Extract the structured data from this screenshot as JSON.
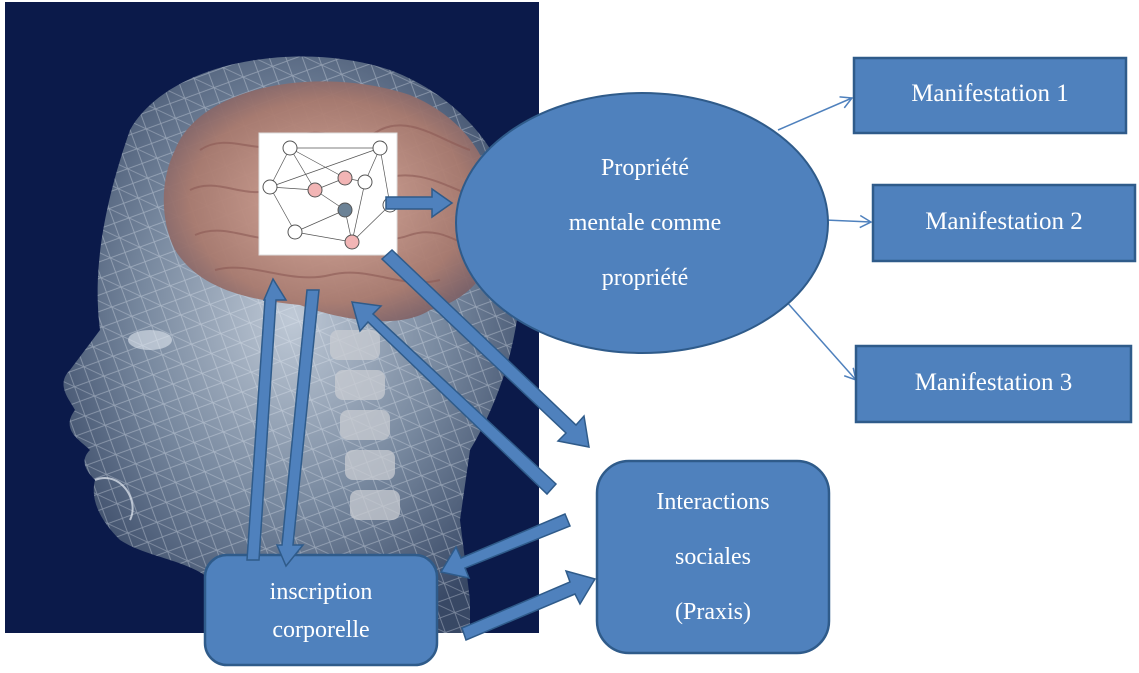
{
  "image": {
    "description_icon": "head-xray-brain",
    "network_icon": "graph-network-inset"
  },
  "central_property": {
    "line1": "Propriété",
    "line2": "mentale comme",
    "line3": "propriété"
  },
  "manifestations": [
    {
      "label": "Manifestation 1"
    },
    {
      "label": "Manifestation 2"
    },
    {
      "label": "Manifestation 3"
    }
  ],
  "interactions": {
    "line1": "Interactions",
    "line2": "sociales",
    "line3": "(Praxis)"
  },
  "inscription": {
    "line1": "inscription",
    "line2": "corporelle"
  },
  "colors": {
    "shape_fill": "#4f81bd",
    "shape_stroke": "#2f5b8a",
    "background_dark": "#0b1a4a"
  }
}
